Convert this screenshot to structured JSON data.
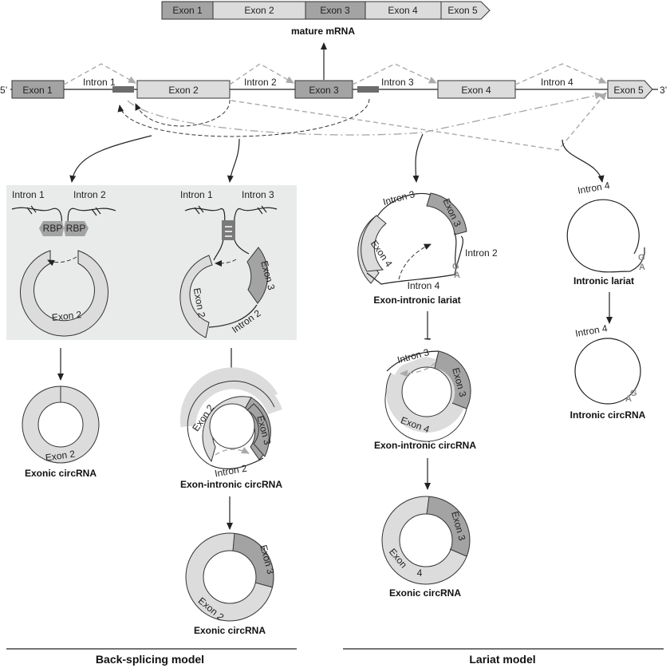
{
  "colors": {
    "dark_exon": "#a3a3a3",
    "light_exon": "#dcdcdc",
    "panel": "#e9eaea",
    "line": "#222222",
    "dashed": "#aaaaaa"
  },
  "mature": {
    "label": "mature mRNA",
    "exons": [
      "Exon 1",
      "Exon 2",
      "Exon 3",
      "Exon 4",
      "Exon 5"
    ]
  },
  "pre": {
    "five": "5’",
    "three": "3’",
    "exons": [
      "Exon 1",
      "Exon 2",
      "Exon 3",
      "Exon 4",
      "Exon 5"
    ],
    "introns": [
      "Intron 1",
      "Intron 2",
      "Intron 3",
      "Intron 4"
    ]
  },
  "panel1": {
    "intron_left": "Intron 1",
    "intron_right": "Intron 2",
    "rbp": [
      "RBP",
      "RBP"
    ],
    "exon": "Exon 2"
  },
  "panel2": {
    "intron_left": "Intron 1",
    "intron_right": "Intron 3",
    "exon_a": "Exon 2",
    "exon_b": "Exon 3",
    "intron_bottom": "Intron 2"
  },
  "exonic1": {
    "exon": "Exon 2",
    "label": "Exonic circRNA"
  },
  "eicirc": {
    "exon_a": "Exon 2",
    "exon_b": "Exon 3",
    "intron": "Intron 2",
    "label": "Exon-intronic circRNA"
  },
  "exonic2": {
    "exon_a": "Exon 2",
    "exon_b": "Exon 3",
    "label": "Exonic circRNA"
  },
  "lariat_ei": {
    "intron_top": "Intron 3",
    "exon_a": "Exon 3",
    "exon_b": "Exon 4",
    "intron_right": "Intron 2",
    "intron_bottom": "Intron 4",
    "g": "G",
    "a": "A",
    "label": "Exon-intronic lariat"
  },
  "eicirc2": {
    "intron": "Intron 3",
    "exon_a": "Exon 3",
    "exon_b": "Exon 4",
    "label": "Exon-intronic circRNA"
  },
  "exonic3": {
    "exon_a": "Exon 3",
    "exon_b": "Exon",
    "exon_b2": "4",
    "label": "Exonic circRNA"
  },
  "lariat_i": {
    "intron": "Intron 4",
    "g": "G",
    "a": "A",
    "label": "Intronic lariat"
  },
  "icirc": {
    "intron": "Intron 4",
    "g": "G",
    "a": "A",
    "label": "Intronic circRNA"
  },
  "models": {
    "left": "Back-splicing model",
    "right": "Lariat model"
  }
}
